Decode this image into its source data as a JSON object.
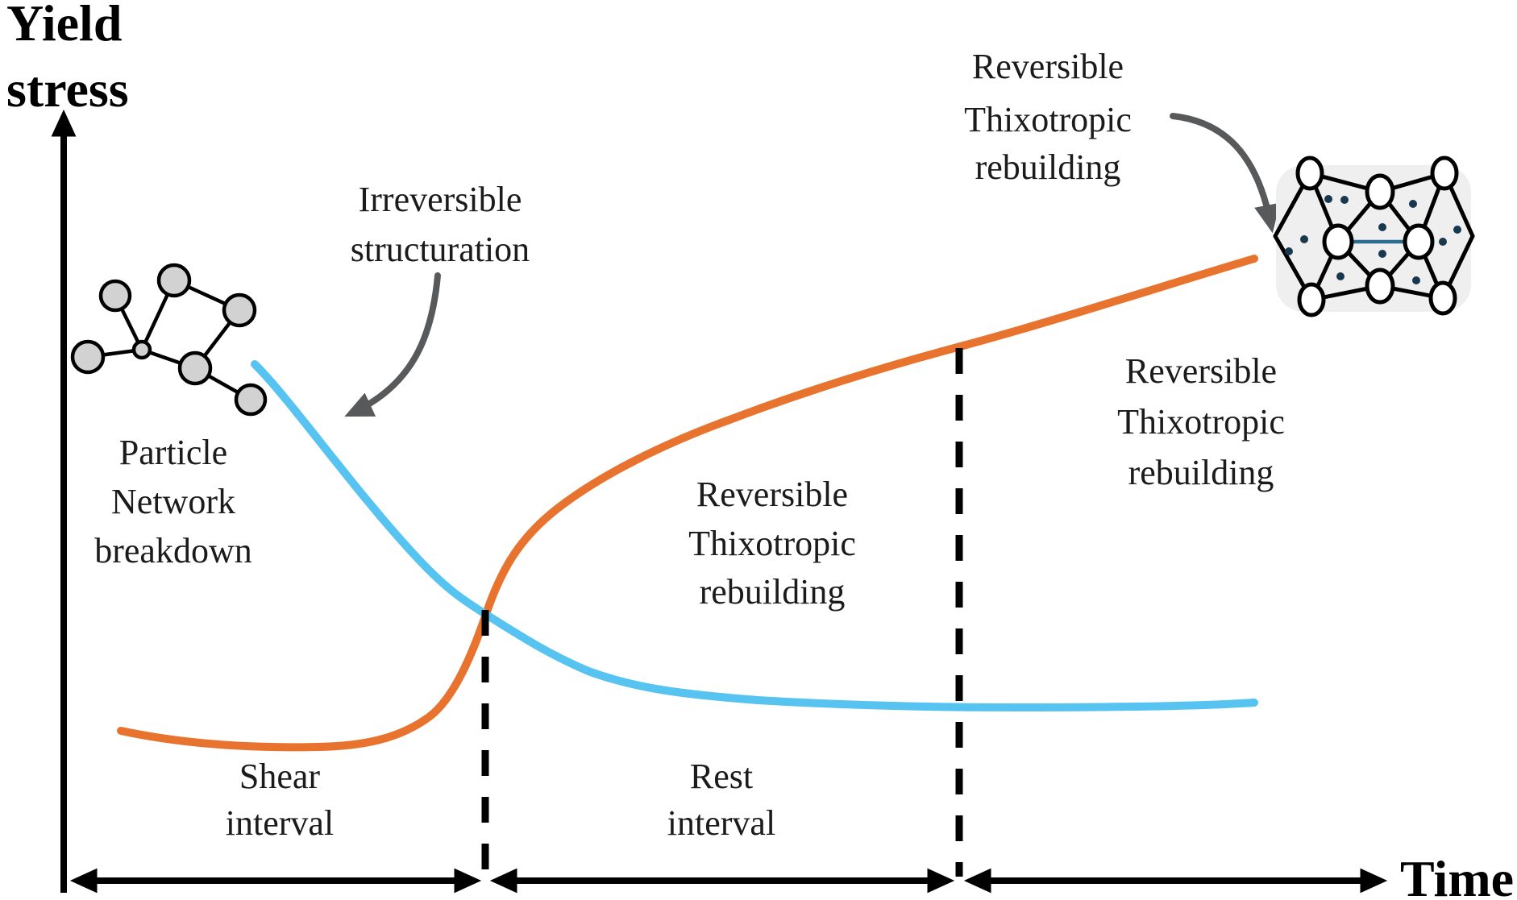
{
  "figure": {
    "type": "qualitative rheology schematic",
    "background": "#ffffff"
  },
  "axes": {
    "y_label_lines": [
      "Yield",
      "stress"
    ],
    "x_label": "Time"
  },
  "intervals": {
    "shear_label_lines": [
      "Shear",
      "interval"
    ],
    "rest_label_lines": [
      "Rest",
      "interval"
    ]
  },
  "annotations": {
    "particle_breakdown_lines": [
      "Particle",
      "Network",
      "breakdown"
    ],
    "irreversible_lines": [
      "Irreversible",
      "structuration"
    ],
    "rebuild_top_lines": [
      "Reversible",
      "Thixotropic",
      "rebuilding"
    ],
    "rebuild_mid_lines": [
      "Reversible",
      "Thixotropic",
      "rebuilding"
    ],
    "rebuild_right_lines": [
      "Reversible",
      "Thixotropic",
      "rebuilding"
    ]
  },
  "curves": {
    "orange_curve": {
      "meaning": "Irreversible structuration / reversible thixotropic rebuilding of yield stress",
      "trend": "low and slightly dipping during shear interval, steep S-shaped rise at end of shear, then continued decelerating rise through and beyond rest interval"
    },
    "blue_curve": {
      "meaning": "Particle network breakdown",
      "trend": "decays steeply during shear interval, crosses orange curve at first divider, then flattens to a low plateau"
    }
  },
  "icons": {
    "left": "broken-particle-network-icon (grey spheres loosely bonded)",
    "right": "rebuilt-particle-network-icon (white nodes, dense bonds, navy dots, teal link)"
  },
  "colors": {
    "curve_orange": "#e8732e",
    "curve_blue": "#56c3f0",
    "annotation_arrow": "#58595b",
    "axis_black": "#000000",
    "particle_fill": "#d2d2d2",
    "network_bg": "#f0efef",
    "network_link": "#2d6e90",
    "dot_navy": "#17384e"
  }
}
